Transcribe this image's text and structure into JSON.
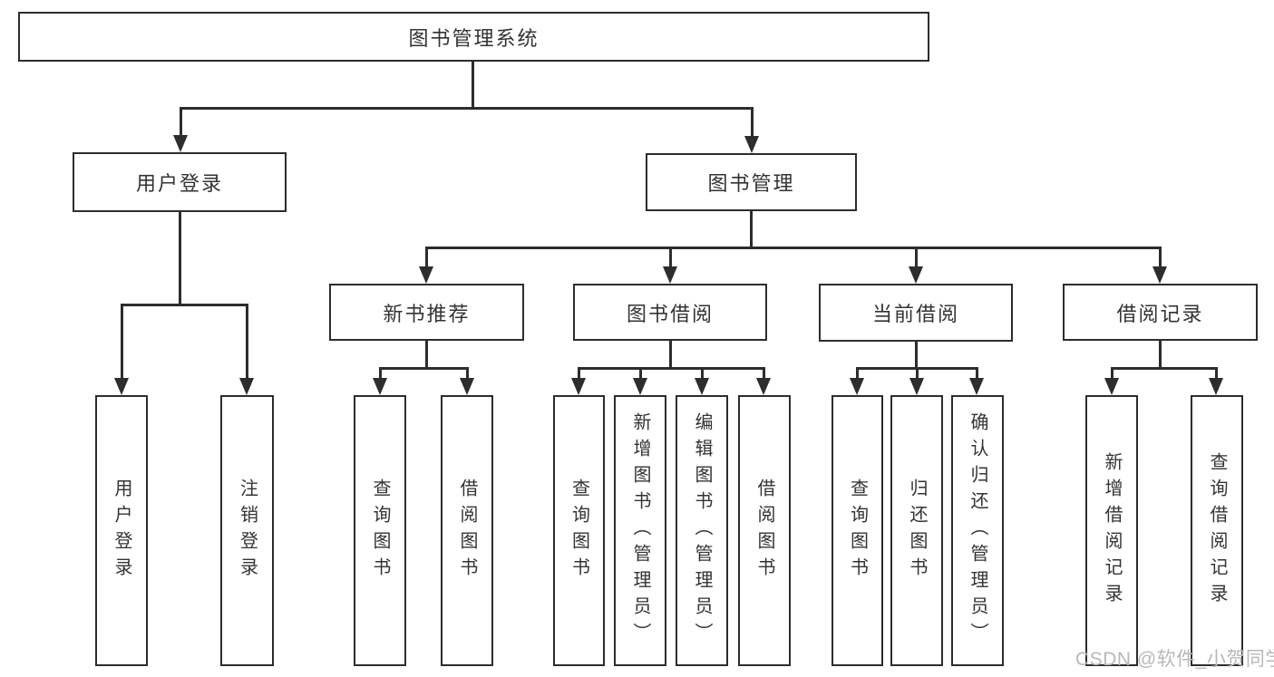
{
  "nodes": {
    "root": {
      "label": "图书管理系统"
    },
    "level1": [
      {
        "label": "用户登录"
      },
      {
        "label": "图书管理"
      }
    ],
    "level2": [
      {
        "label": "新书推荐",
        "parent": "图书管理"
      },
      {
        "label": "图书借阅",
        "parent": "图书管理"
      },
      {
        "label": "当前借阅",
        "parent": "图书管理"
      },
      {
        "label": "借阅记录",
        "parent": "图书管理"
      }
    ],
    "leaves": [
      {
        "label": "用户登录",
        "parent": "用户登录"
      },
      {
        "label": "注销登录",
        "parent": "用户登录"
      },
      {
        "label": "查询图书",
        "parent": "新书推荐"
      },
      {
        "label": "借阅图书",
        "parent": "新书推荐"
      },
      {
        "label": "查询图书",
        "parent": "图书借阅"
      },
      {
        "label": "新增图书（管理员）",
        "parent": "图书借阅"
      },
      {
        "label": "编辑图书（管理员）",
        "parent": "图书借阅"
      },
      {
        "label": "借阅图书",
        "parent": "图书借阅"
      },
      {
        "label": "查询图书",
        "parent": "当前借阅"
      },
      {
        "label": "归还图书",
        "parent": "当前借阅"
      },
      {
        "label": "确认归还（管理员）",
        "parent": "当前借阅"
      },
      {
        "label": "新增借阅记录",
        "parent": "借阅记录"
      },
      {
        "label": "查询借阅记录",
        "parent": "借阅记录"
      }
    ]
  },
  "watermark": {
    "text": "CSDN @软件_小贺同学"
  },
  "colors": {
    "line": "#2d2d2d",
    "text": "#333333",
    "watermark": "#b8b8b8",
    "background": "#ffffff"
  }
}
